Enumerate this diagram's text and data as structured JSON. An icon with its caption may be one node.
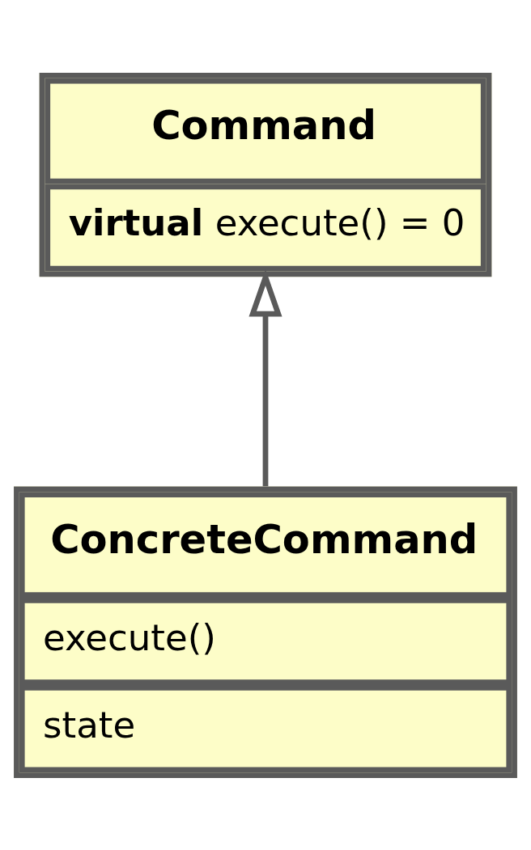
{
  "diagram": {
    "nodes": [
      {
        "text": [
          "Command",
          "**virtual** execute() = 0"
        ]
      },
      {
        "text": [
          "ConcreteCommand",
          "execute()",
          "state"
        ]
      }
    ],
    "edges": [
      {
        "from": 1,
        "to": 0,
        "arrow": "to"
      }
    ]
  }
}
